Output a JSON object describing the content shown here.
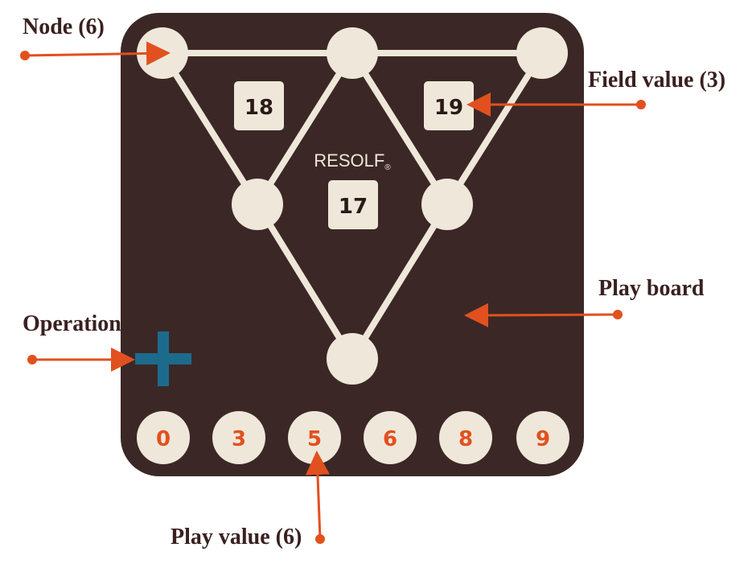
{
  "colors": {
    "board": "#3b2826",
    "node": "#efe8da",
    "edge": "#efe8da",
    "play_value_text": "#e2501f",
    "operation": "#1d6b8c",
    "arrow": "#e2501f",
    "annotation_text": "#3a2020"
  },
  "brand": {
    "name": "RESOLF",
    "mark": "®"
  },
  "fields": [
    {
      "value": "18"
    },
    {
      "value": "19"
    },
    {
      "value": "17"
    }
  ],
  "operation": {
    "symbol": "+",
    "icon": "plus-icon"
  },
  "play_values": [
    "0",
    "3",
    "5",
    "6",
    "8",
    "9"
  ],
  "annotations": {
    "node": "Node (6)",
    "field_value": "Field value (3)",
    "play_board": "Play board",
    "operation": "Operation",
    "play_value": "Play value (6)"
  }
}
